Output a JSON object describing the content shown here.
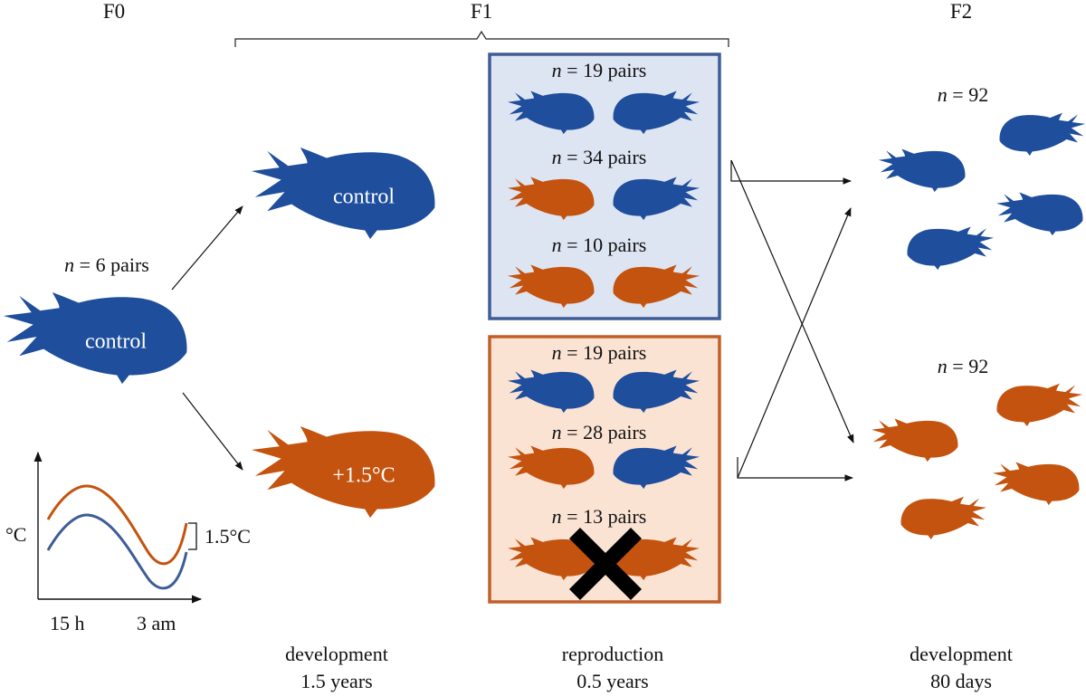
{
  "generations": {
    "f0": "F0",
    "f1": "F1",
    "f2": "F2"
  },
  "f0": {
    "n_label_n": "n",
    "n_label_rest": " = 6 pairs",
    "fish_label": "control"
  },
  "f1": {
    "control_fish_label": "control",
    "warm_fish_label": "+1.5°C"
  },
  "f1_control_box": {
    "rows": [
      {
        "n": "n",
        "rest": " = 19 pairs"
      },
      {
        "n": "n",
        "rest": " = 34 pairs"
      },
      {
        "n": "n",
        "rest": " = 10 pairs"
      }
    ]
  },
  "f1_warm_box": {
    "rows": [
      {
        "n": "n",
        "rest": " = 19 pairs"
      },
      {
        "n": "n",
        "rest": " = 28 pairs"
      },
      {
        "n": "n",
        "rest": " = 13 pairs"
      }
    ]
  },
  "f2": {
    "top": {
      "n": "n",
      "rest": " = 92"
    },
    "bottom": {
      "n": "n",
      "rest": " = 92"
    }
  },
  "stages": {
    "s1_line1": "development",
    "s1_line2": "1.5 years",
    "s2_line1": "reproduction",
    "s2_line2": "0.5 years",
    "s3_line1": "development",
    "s3_line2": "80 days"
  },
  "temp_plot": {
    "ylabel": "°C",
    "delta_label": "1.5°C",
    "tick1": "15 h",
    "tick2": "3 am"
  },
  "colors": {
    "control": "#1e4e9c",
    "warm": "#c4530f",
    "control_box_fill": "#dde4f2",
    "control_box_border": "#3e5d95",
    "warm_box_fill": "#fbe3d4",
    "warm_box_border": "#c15f29",
    "control_curve": "#3e5d95",
    "warm_curve": "#c4530f"
  },
  "icons": {
    "fish": "damselfish-icon",
    "failed": "x-cross-icon"
  }
}
